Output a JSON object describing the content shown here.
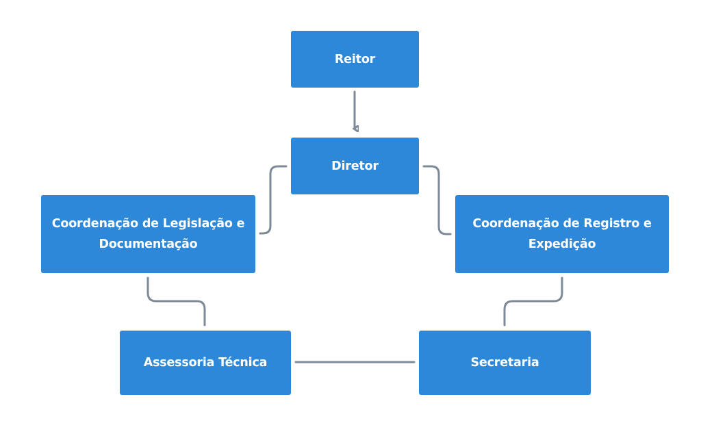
{
  "diagram": {
    "type": "org-chart",
    "colors": {
      "node_fill": "#2d88d9",
      "node_text": "#ffffff",
      "connector": "#7d8a98",
      "background": "#ffffff"
    },
    "nodes": {
      "reitor": {
        "label": "Reitor"
      },
      "diretor": {
        "label": "Diretor"
      },
      "coord_legislacao": {
        "label": "Coordenação de Legislação e Documentação"
      },
      "coord_registro": {
        "label": "Coordenação de Registro e Expedição"
      },
      "assessoria": {
        "label": "Assessoria Técnica"
      },
      "secretaria": {
        "label": "Secretaria"
      }
    },
    "edges": [
      {
        "from": "Reitor",
        "to": "Diretor",
        "arrow": true
      },
      {
        "from": "Diretor",
        "to": "Coordenação de Legislação e Documentação",
        "arrow": false
      },
      {
        "from": "Diretor",
        "to": "Coordenação de Registro e Expedição",
        "arrow": false
      },
      {
        "from": "Coordenação de Legislação e Documentação",
        "to": "Assessoria Técnica",
        "arrow": false
      },
      {
        "from": "Coordenação de Registro e Expedição",
        "to": "Secretaria",
        "arrow": false
      },
      {
        "from": "Assessoria Técnica",
        "to": "Secretaria",
        "arrow": false
      }
    ]
  }
}
